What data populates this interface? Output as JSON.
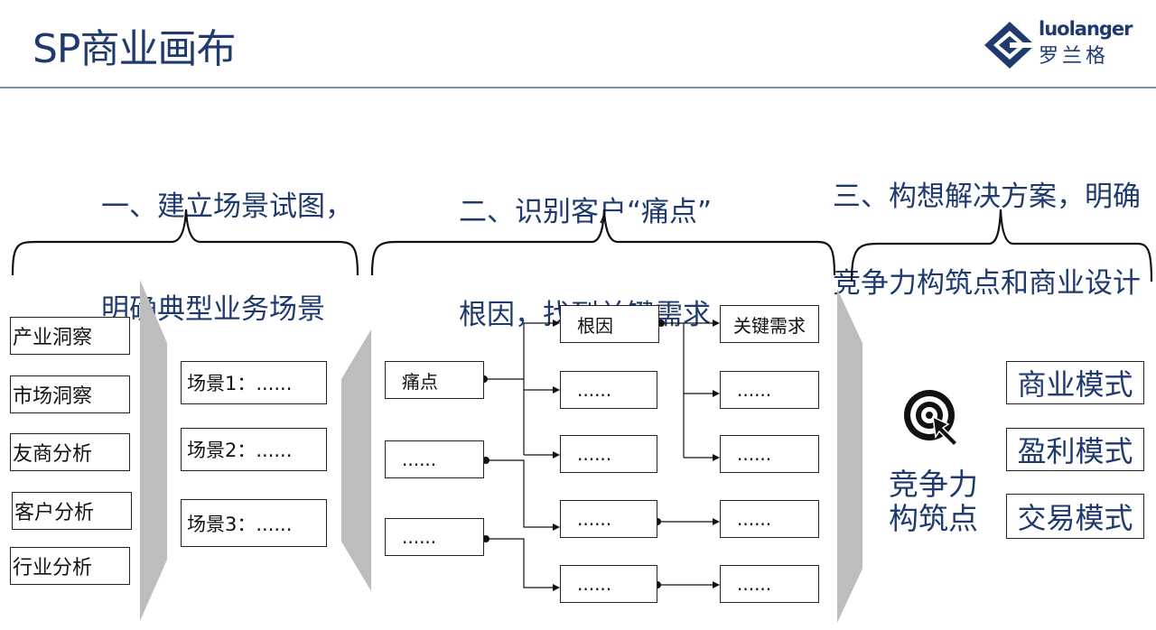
{
  "header": {
    "title": "SP商业画布"
  },
  "logo": {
    "en": "luolanger",
    "cn": "罗兰格"
  },
  "sections": [
    {
      "heading_line1": "一、建立场景试图，",
      "heading_line2": "明确典型业务场景"
    },
    {
      "heading_line1": "二、识别客户“痛点”",
      "heading_line2": "根因，找到关键需求"
    },
    {
      "heading_line1": "三、构想解决方案，明确",
      "heading_line2": "竞争力构筑点和商业设计"
    }
  ],
  "insights": [
    "产业洞察",
    "市场洞察",
    "友商分析",
    "客户分析",
    "行业分析"
  ],
  "scenes": [
    "场景1：......",
    "场景2：......",
    "场景3：......"
  ],
  "flow": {
    "pain_points": [
      "痛点",
      "......",
      "......"
    ],
    "root_causes": [
      "根因",
      "......",
      "......",
      "......",
      "......"
    ],
    "key_needs": [
      "关键需求",
      "......",
      "......",
      "......",
      "......"
    ]
  },
  "solution": {
    "competitiveness_label": "竞争力\n构筑点",
    "models": [
      "商业模式",
      "盈利模式",
      "交易模式"
    ]
  },
  "colors": {
    "primary": "#1e3a6e",
    "gray_funnel": "#bdbdbd",
    "rule": "#7f8fa8"
  }
}
